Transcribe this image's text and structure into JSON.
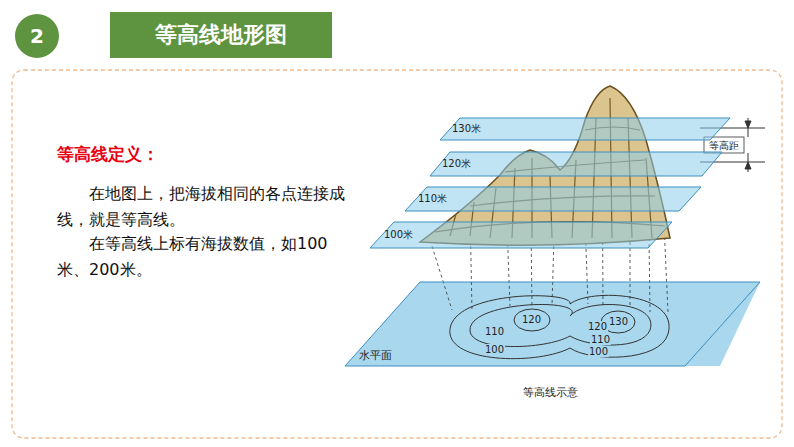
{
  "diagram": {
    "title": "等高线地形图",
    "caption": "等高线示意",
    "nodes": [
      {
        "text": [
          "2"
        ]
      },
      {
        "text": [
          "130米"
        ]
      },
      {
        "text": [
          "120米"
        ]
      },
      {
        "text": [
          "110米"
        ]
      },
      {
        "text": [
          "100米"
        ]
      },
      {
        "text": [
          "水平面"
        ]
      }
    ],
    "labels": [
      "等高线定义：",
      "在地图上，把海拔相同的各点连接成线，就是等高线。",
      "在等高线上标有海拔数值，如100米、200米。",
      "等高距",
      "120",
      "110",
      "100",
      "120",
      "110",
      "100",
      "130"
    ]
  }
}
